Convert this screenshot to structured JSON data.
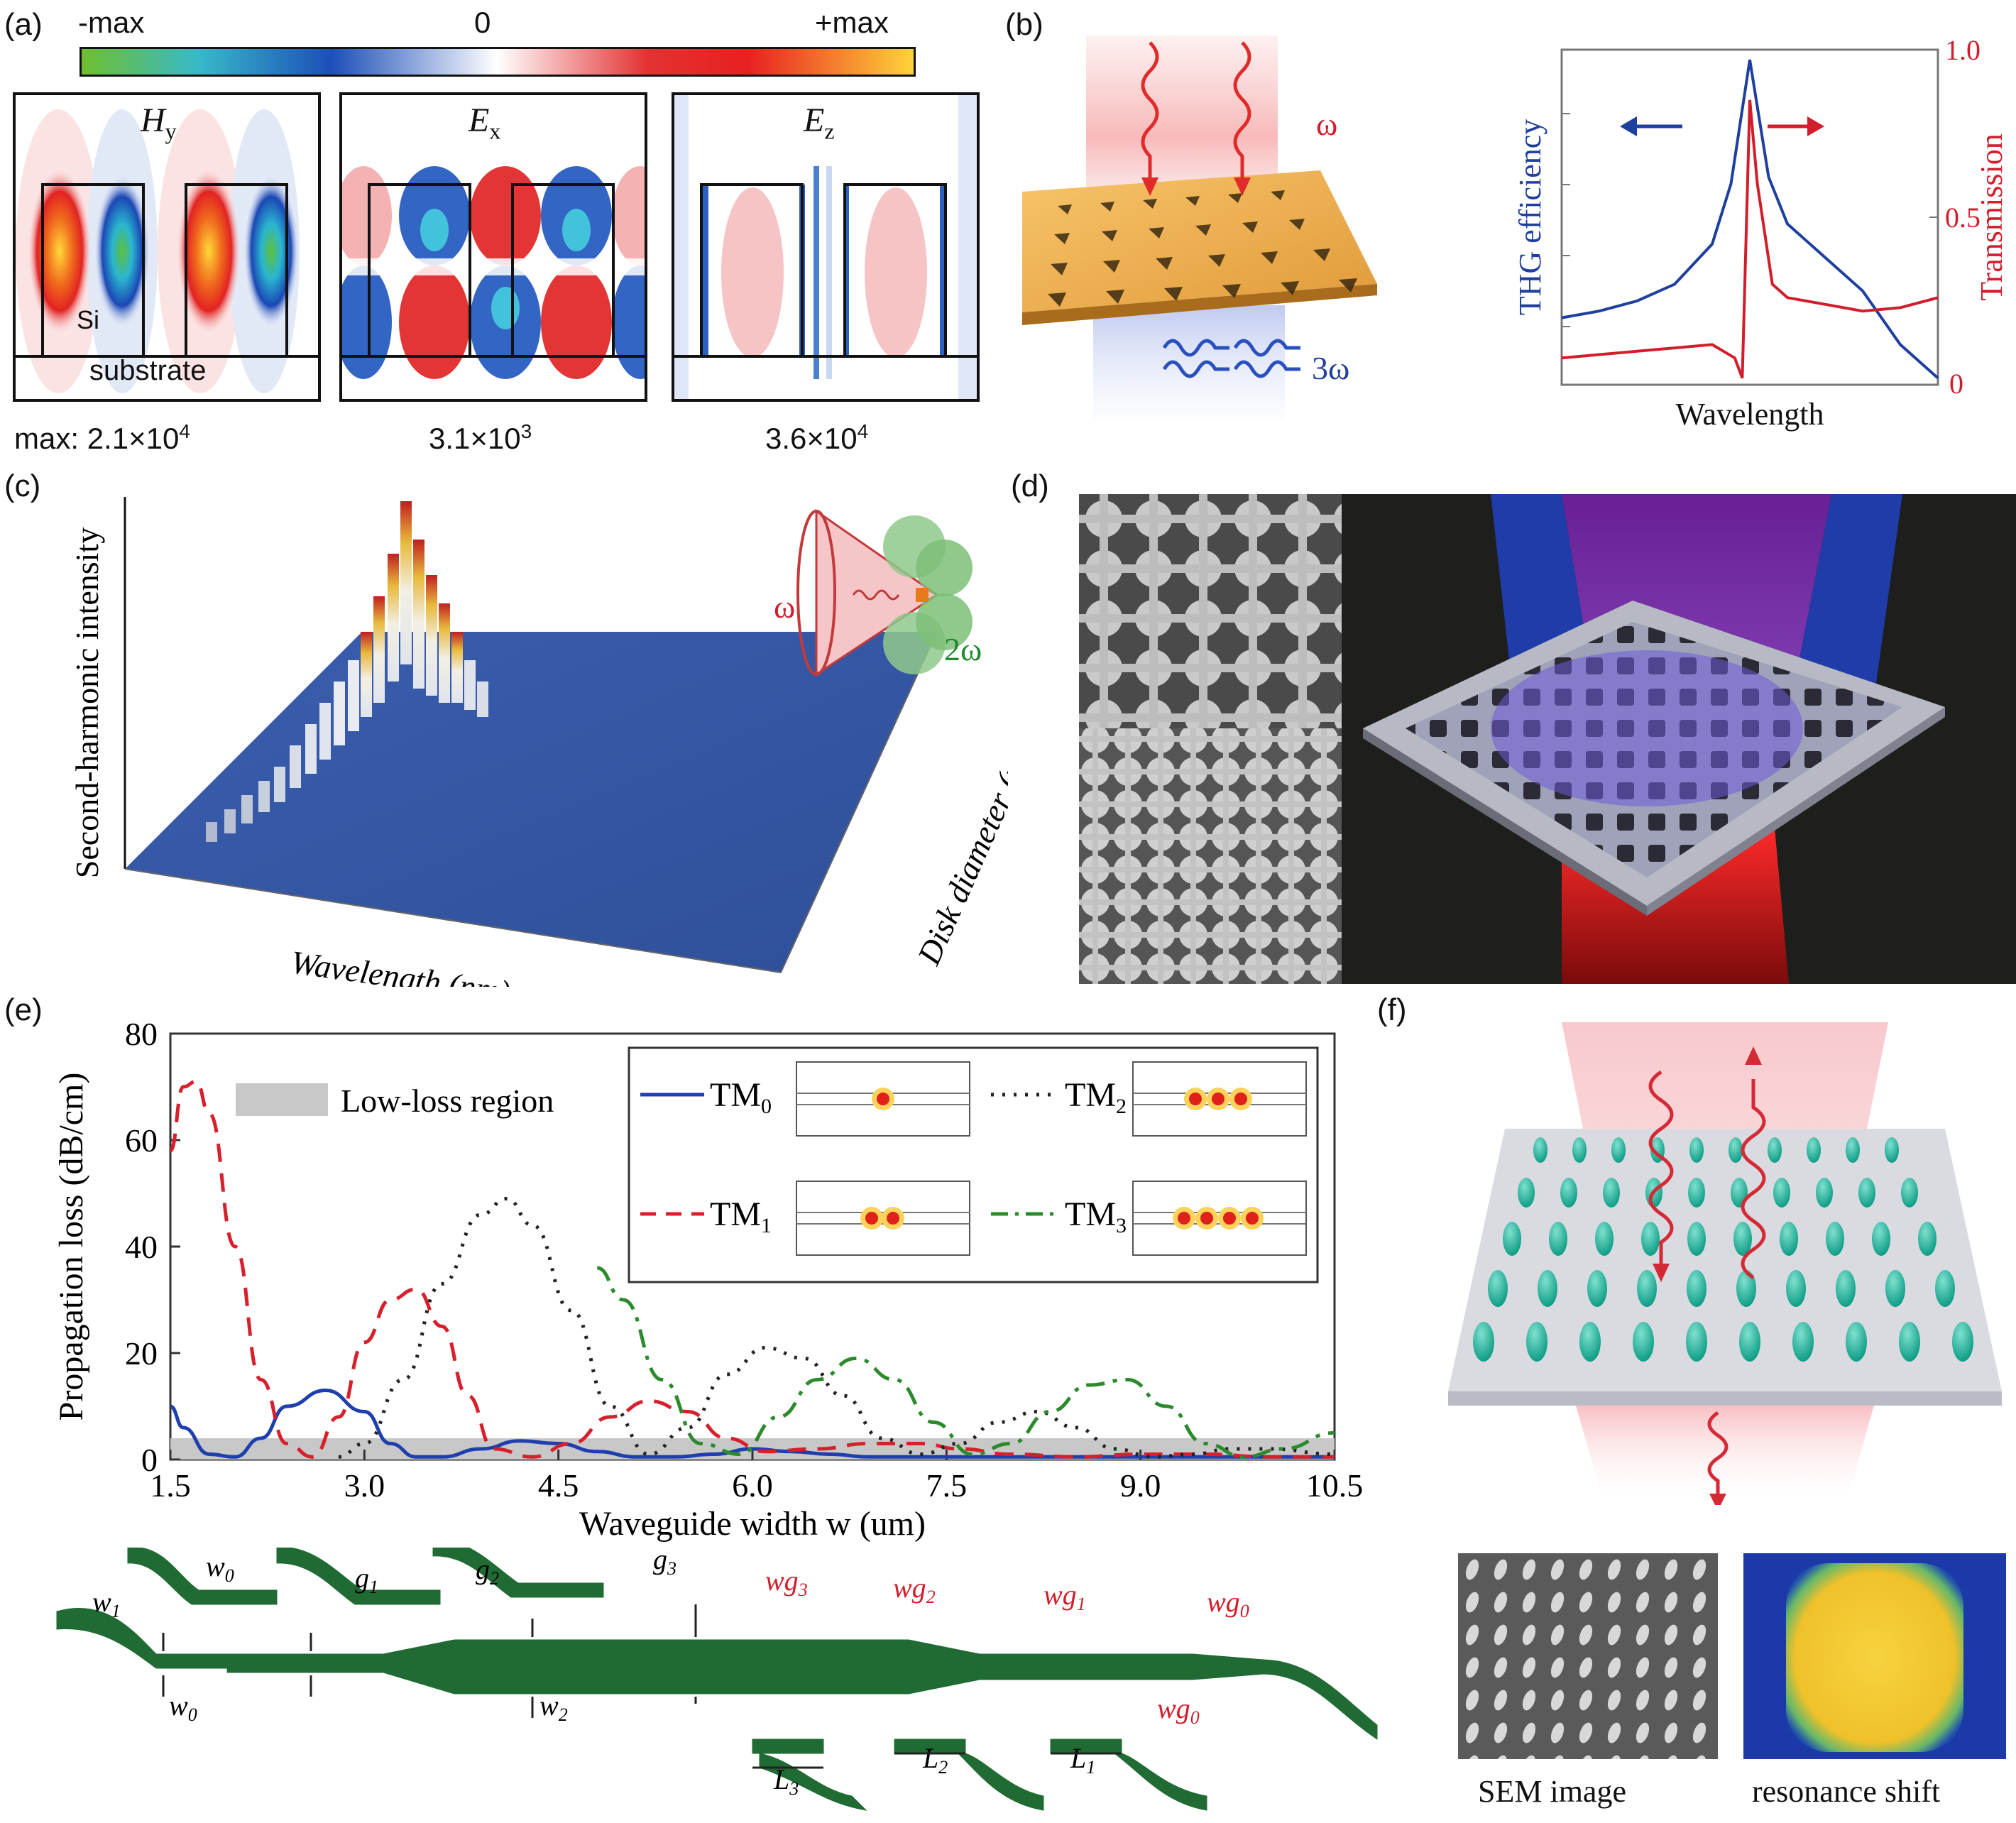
{
  "panels": {
    "a": {
      "label": "(a)",
      "colorbar": {
        "min": "-max",
        "mid": "0",
        "max": "+max"
      },
      "fields": [
        {
          "name": "H",
          "sub": "y",
          "max_prefix": "max: ",
          "max_mantissa": "2.1×10",
          "max_exp": "4"
        },
        {
          "name": "E",
          "sub": "x",
          "max_prefix": "",
          "max_mantissa": "3.1×10",
          "max_exp": "3"
        },
        {
          "name": "E",
          "sub": "z",
          "max_prefix": "",
          "max_mantissa": "3.6×10",
          "max_exp": "4"
        }
      ],
      "si_label": "Si",
      "substrate_label": "substrate"
    },
    "b": {
      "label": "(b)",
      "omega": "ω",
      "three_omega": "3ω",
      "chart": {
        "ylabel_left": "THG efficiency",
        "ylabel_right": "Transmission",
        "xlabel": "Wavelength",
        "right_ticks": [
          "1.0",
          "0.5",
          "0"
        ]
      }
    },
    "c": {
      "label": "(c)",
      "ylabel": "Second-harmonic intensity",
      "xlabel": "Wavelength (nm)",
      "zlabel": "Disk diameter (nm)",
      "omega": "ω",
      "two_omega": "2ω"
    },
    "d": {
      "label": "(d)"
    },
    "e": {
      "label": "(e)",
      "legend_region": "Low-loss region",
      "modes": [
        {
          "base": "TM",
          "sub": "0"
        },
        {
          "base": "TM",
          "sub": "1"
        },
        {
          "base": "TM",
          "sub": "2"
        },
        {
          "base": "TM",
          "sub": "3"
        }
      ],
      "schematic": {
        "w0": "w",
        "w0_sub": "0",
        "w1": "w",
        "w1_sub": "1",
        "w2": "w",
        "w2_sub": "2",
        "g1": "g",
        "g1_sub": "1",
        "g2": "g",
        "g2_sub": "2",
        "g3": "g",
        "g3_sub": "3",
        "wg3": "wg",
        "wg3_sub": "3",
        "wg2": "wg",
        "wg2_sub": "2",
        "wg1": "wg",
        "wg1_sub": "1",
        "wg0": "wg",
        "wg0_sub": "0",
        "L1": "L",
        "L1_sub": "1",
        "L2": "L",
        "L2_sub": "2",
        "L3": "L",
        "L3_sub": "3"
      }
    },
    "f": {
      "label": "(f)",
      "sem_caption": "SEM image",
      "shift_caption": "resonance shift"
    }
  },
  "chart_data": [
    {
      "type": "line",
      "panel": "b",
      "xlabel": "Wavelength",
      "ylabel": "THG efficiency",
      "ylabel_right": "Transmission",
      "y_right_ticks": [
        0,
        0.5,
        1.0
      ],
      "series": [
        {
          "name": "THG efficiency",
          "color": "#1f3f9f",
          "x": [
            0,
            0.1,
            0.2,
            0.3,
            0.4,
            0.45,
            0.5,
            0.55,
            0.6,
            0.7,
            0.8,
            0.9,
            1.0
          ],
          "y": [
            0.2,
            0.22,
            0.25,
            0.3,
            0.42,
            0.6,
            0.97,
            0.62,
            0.48,
            0.38,
            0.28,
            0.12,
            0.02
          ]
        },
        {
          "name": "Transmission",
          "color": "#d21d2b",
          "x": [
            0,
            0.1,
            0.2,
            0.3,
            0.4,
            0.46,
            0.48,
            0.5,
            0.52,
            0.56,
            0.6,
            0.7,
            0.8,
            0.9,
            1.0
          ],
          "y": [
            0.08,
            0.09,
            0.1,
            0.11,
            0.12,
            0.08,
            0.02,
            0.85,
            0.6,
            0.3,
            0.26,
            0.24,
            0.22,
            0.23,
            0.26
          ]
        }
      ]
    },
    {
      "type": "line",
      "panel": "e",
      "xlabel": "Waveguide width w (um)",
      "ylabel": "Propagation loss (dB/cm)",
      "xlim": [
        1.5,
        10.5
      ],
      "ylim": [
        0,
        80
      ],
      "xticks": [
        "1.5",
        "3.0",
        "4.5",
        "6.0",
        "7.5",
        "9.0",
        "10.5"
      ],
      "yticks": [
        "0",
        "20",
        "40",
        "60",
        "80"
      ],
      "low_loss_region": [
        0,
        4
      ],
      "series": [
        {
          "name": "TM0",
          "color": "#1f3fae",
          "dash": "solid",
          "x": [
            1.5,
            1.6,
            1.8,
            2.0,
            2.2,
            2.4,
            2.7,
            3.0,
            3.2,
            3.4,
            3.6,
            3.9,
            4.2,
            4.5,
            4.8,
            5.1,
            5.4,
            5.7,
            6.0,
            6.3,
            6.6,
            6.9,
            7.2,
            7.5,
            8.0,
            9.0,
            10.5
          ],
          "y": [
            10,
            6,
            1,
            0.5,
            4,
            10,
            13,
            9,
            3,
            0.5,
            0.5,
            2,
            3.5,
            3,
            1.5,
            0.5,
            0.5,
            1,
            2,
            1.5,
            1,
            0.5,
            0.5,
            0.5,
            0.5,
            0.5,
            0.5
          ]
        },
        {
          "name": "TM1",
          "color": "#d8202c",
          "dash": "dashed",
          "x": [
            1.5,
            1.6,
            1.7,
            1.8,
            2.0,
            2.2,
            2.4,
            2.6,
            2.8,
            3.0,
            3.2,
            3.4,
            3.6,
            3.8,
            4.0,
            4.3,
            4.6,
            4.9,
            5.2,
            5.5,
            5.8,
            6.1,
            6.5,
            6.9,
            7.3,
            7.6,
            8.0,
            8.5,
            9.0,
            9.5,
            10.0,
            10.5
          ],
          "y": [
            58,
            70,
            71,
            65,
            40,
            15,
            3,
            0.5,
            8,
            22,
            30,
            32,
            25,
            12,
            2,
            0.5,
            3,
            8,
            11,
            9,
            4,
            1.5,
            2,
            3,
            3,
            2,
            1,
            0.5,
            1,
            1,
            0.5,
            0.5
          ]
        },
        {
          "name": "TM2",
          "color": "#222222",
          "dash": "dotted",
          "x": [
            2.8,
            3.0,
            3.3,
            3.6,
            3.9,
            4.1,
            4.3,
            4.6,
            4.9,
            5.2,
            5.5,
            5.8,
            6.1,
            6.4,
            6.7,
            7.0,
            7.3,
            7.6,
            7.9,
            8.2,
            8.5,
            8.8,
            9.1,
            9.4,
            9.7,
            10.0,
            10.5
          ],
          "y": [
            0.5,
            3,
            15,
            33,
            46,
            49,
            44,
            28,
            10,
            1,
            6,
            16,
            21,
            19,
            12,
            4,
            1,
            3,
            7,
            9,
            6,
            2,
            0.5,
            1,
            2,
            2,
            1
          ]
        },
        {
          "name": "TM3",
          "color": "#2b8a2b",
          "dash": "dashdot",
          "x": [
            4.8,
            5.0,
            5.3,
            5.6,
            5.9,
            6.2,
            6.5,
            6.8,
            7.1,
            7.4,
            7.7,
            8.0,
            8.3,
            8.6,
            8.9,
            9.2,
            9.5,
            9.8,
            10.1,
            10.5
          ],
          "y": [
            36,
            30,
            15,
            3,
            1,
            8,
            15,
            19,
            15,
            7,
            1,
            3,
            9,
            14,
            15,
            10,
            3,
            0.5,
            2,
            5
          ]
        }
      ]
    }
  ]
}
